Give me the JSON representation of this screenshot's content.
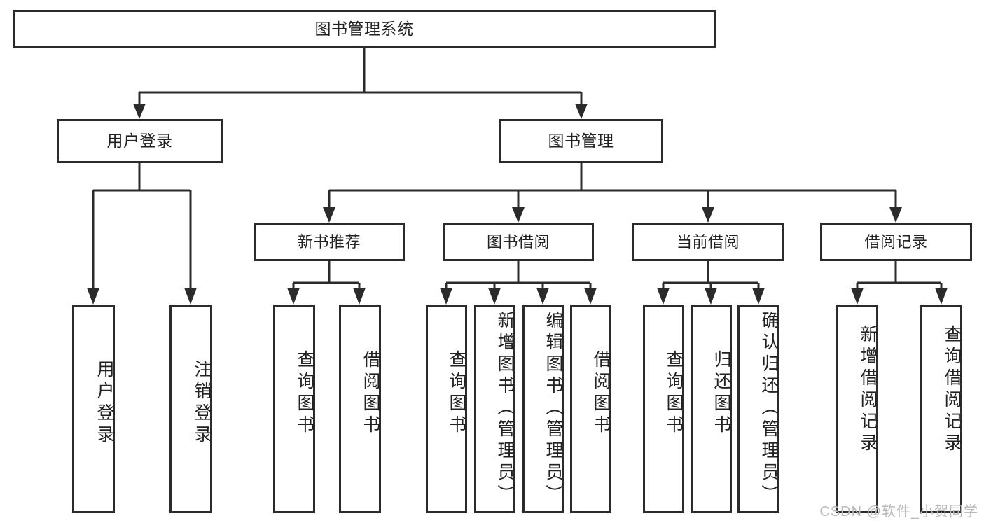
{
  "diagram": {
    "title": "图书管理系统",
    "type": "tree",
    "watermark": "CSDN @软件_小贺同学",
    "colors": {
      "stroke": "#2b2b2b",
      "box_fill": "#ffffff",
      "text": "#222222",
      "watermark": "#b9b9b9",
      "background": "#ffffff"
    }
  },
  "nodes": {
    "root": {
      "label": "图书管理系统"
    },
    "level2": [
      {
        "label": "用户登录"
      },
      {
        "label": "图书管理"
      }
    ],
    "level3": [
      {
        "label": "新书推荐"
      },
      {
        "label": "图书借阅"
      },
      {
        "label": "当前借阅"
      },
      {
        "label": "借阅记录"
      }
    ],
    "leaves": [
      {
        "label": "用户登录"
      },
      {
        "label": "注销登录"
      },
      {
        "label": "查询图书"
      },
      {
        "label": "借阅图书"
      },
      {
        "label": "查询图书"
      },
      {
        "label": "新增图书（管理员）"
      },
      {
        "label": "编辑图书（管理员）"
      },
      {
        "label": "借阅图书"
      },
      {
        "label": "查询图书"
      },
      {
        "label": "归还图书"
      },
      {
        "label": "确认归还（管理员）"
      },
      {
        "label": "新增借阅记录"
      },
      {
        "label": "查询借阅记录"
      }
    ]
  },
  "tree": {
    "图书管理系统": [
      "用户登录",
      "图书管理"
    ],
    "用户登录": [
      "用户登录",
      "注销登录"
    ],
    "图书管理": [
      "新书推荐",
      "图书借阅",
      "当前借阅",
      "借阅记录"
    ],
    "新书推荐": [
      "查询图书",
      "借阅图书"
    ],
    "图书借阅": [
      "查询图书",
      "新增图书（管理员）",
      "编辑图书（管理员）",
      "借阅图书"
    ],
    "当前借阅": [
      "查询图书",
      "归还图书",
      "确认归还（管理员）"
    ],
    "借阅记录": [
      "新增借阅记录",
      "查询借阅记录"
    ]
  }
}
